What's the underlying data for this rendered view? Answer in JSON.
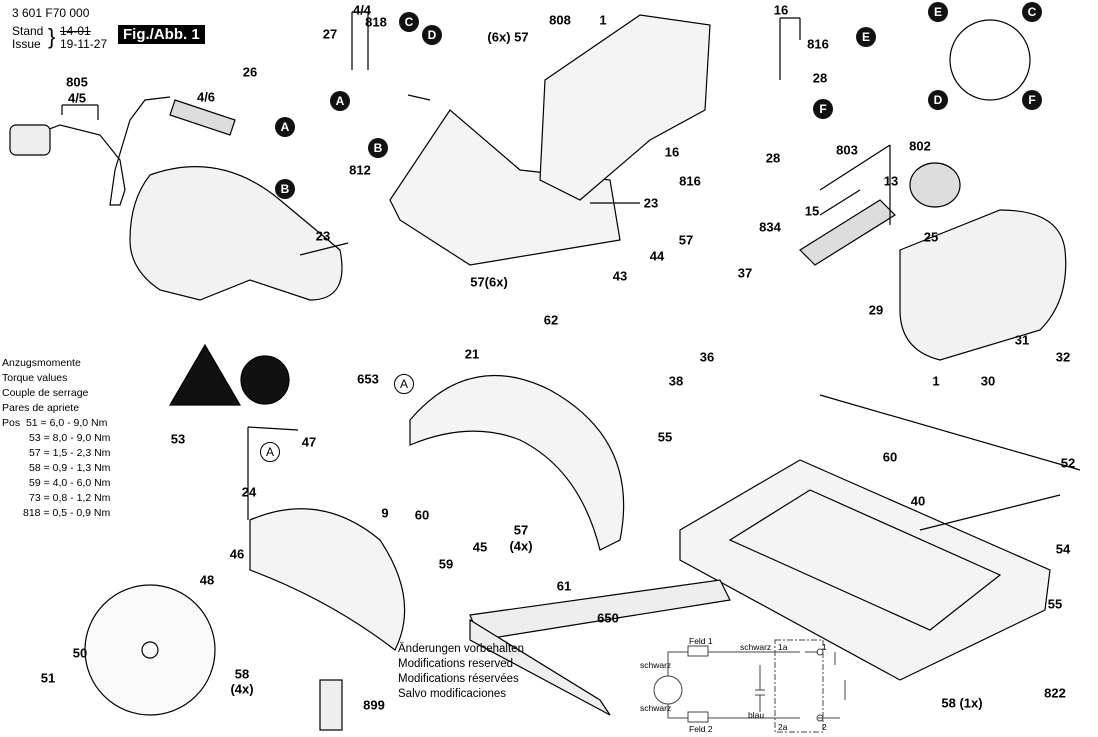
{
  "header": {
    "part_number": "3 601 F70 000",
    "stand_label": "Stand",
    "issue_label": "Issue",
    "stand_value": "14-01",
    "issue_value": "19-11-27",
    "figure_label": "Fig./Abb. 1"
  },
  "torque": {
    "titles": [
      "Anzugsmomente",
      "Torque values",
      "Couple de serrage",
      "Pares de apriete"
    ],
    "pos_label": "Pos",
    "values": [
      "51 = 6,0 - 9,0 Nm",
      "53 = 8,0 - 9,0 Nm",
      "57 = 1,5 - 2,3 Nm",
      "58 = 0,9 - 1,3 Nm",
      "59 = 4,0 - 6,0 Nm",
      "73 = 0,8 - 1,2 Nm",
      "818 = 0,5 - 0,9 Nm"
    ]
  },
  "notes": [
    "Änderungen vorbehalten",
    "Modifications reserved",
    "Modifications réservées",
    "Salvo modificaciones"
  ],
  "schematic": {
    "feld1": "Feld 1",
    "feld2": "Feld 2",
    "schwarz_top": "schwarz",
    "schwarz_left_top": "schwarz",
    "schwarz_left_bottom": "schwarz",
    "blau": "blau",
    "t1a": "1a",
    "t1": "1",
    "t2a": "2a",
    "t2": "2"
  },
  "parts": [
    "4/4",
    "818",
    "27",
    "26",
    "805",
    "4/5",
    "4/6",
    "812",
    "(6x) 57",
    "808",
    "1",
    "16",
    "816",
    "28",
    "16",
    "28",
    "816",
    "803",
    "802",
    "13",
    "15",
    "834",
    "25",
    "23",
    "23",
    "57(6x)",
    "57",
    "44",
    "43",
    "37",
    "29",
    "62",
    "36",
    "38",
    "31",
    "30",
    "32",
    "1",
    "21",
    "653",
    "47",
    "53",
    "24",
    "9",
    "60",
    "57",
    "(4x)",
    "55",
    "60",
    "52",
    "40",
    "54",
    "55",
    "822",
    "58 (1x)",
    "59",
    "45",
    "61",
    "650",
    "46",
    "48",
    "50",
    "51",
    "58",
    "(4x)",
    "899"
  ],
  "markers": [
    "C",
    "D",
    "A",
    "A",
    "B",
    "B",
    "E",
    "F",
    "E",
    "C",
    "D",
    "F"
  ],
  "open_markers": [
    "A",
    "A"
  ]
}
